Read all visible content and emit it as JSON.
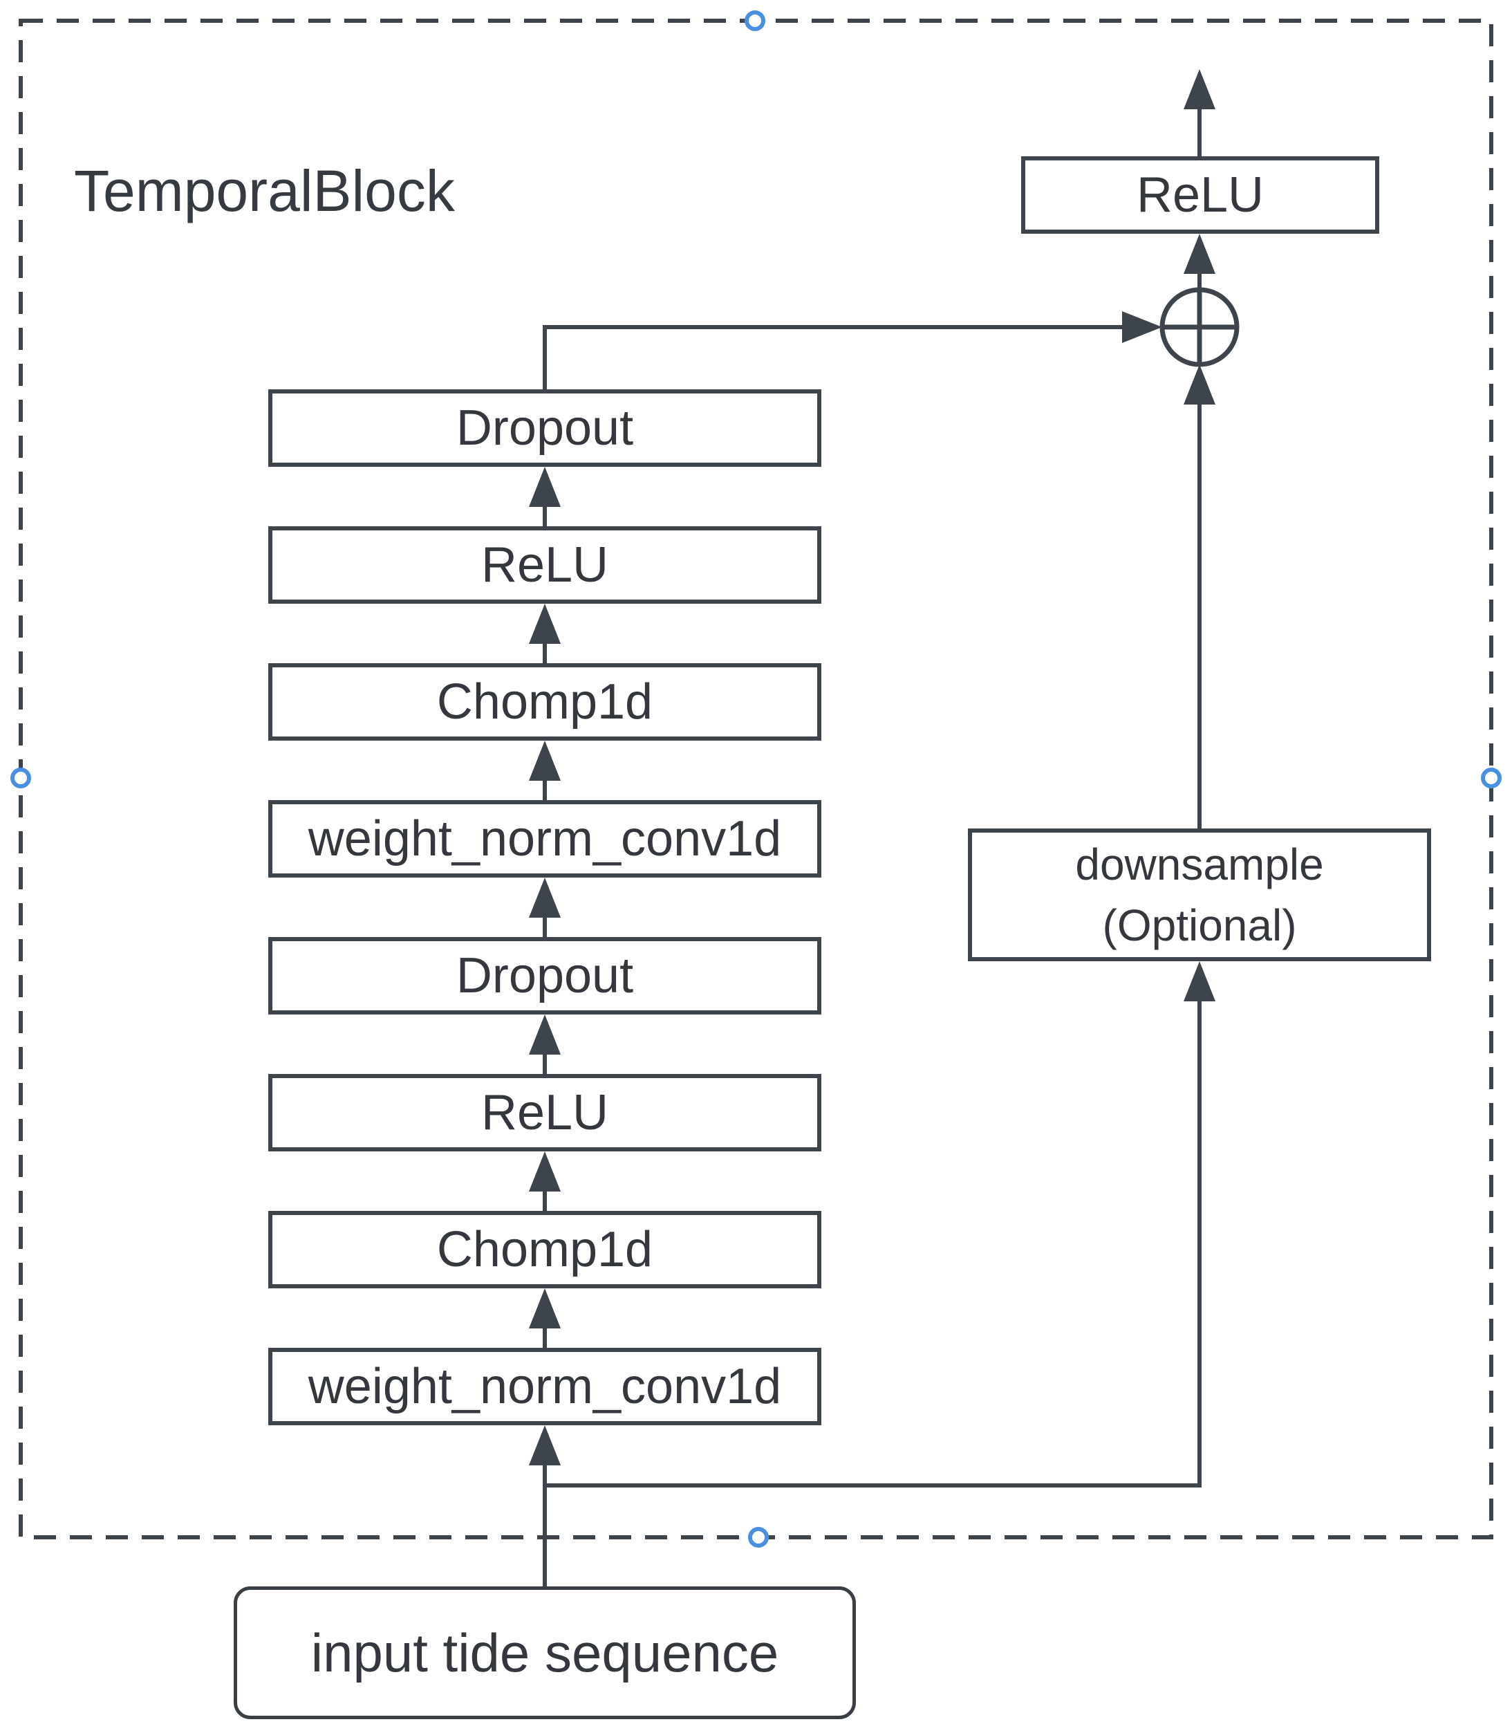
{
  "diagram": {
    "title": "TemporalBlock",
    "stack": [
      {
        "label": "Dropout"
      },
      {
        "label": "ReLU"
      },
      {
        "label": "Chomp1d"
      },
      {
        "label": "weight_norm_conv1d"
      },
      {
        "label": "Dropout"
      },
      {
        "label": "ReLU"
      },
      {
        "label": "Chomp1d"
      },
      {
        "label": "weight_norm_conv1d"
      }
    ],
    "output_box": {
      "label": "ReLU"
    },
    "downsample_box": {
      "line1": "downsample",
      "line2": "(Optional)"
    },
    "input_box": {
      "label": "input tide sequence"
    },
    "add_node": {
      "icon": "circled-plus"
    },
    "selection_handles": {
      "count": 4,
      "positions": [
        "top-center",
        "left-middle",
        "right-middle",
        "bottom-center"
      ]
    },
    "colors": {
      "line": "#3e444c",
      "text": "#34383e",
      "handle": "#4a90e2",
      "background": "#ffffff"
    }
  }
}
